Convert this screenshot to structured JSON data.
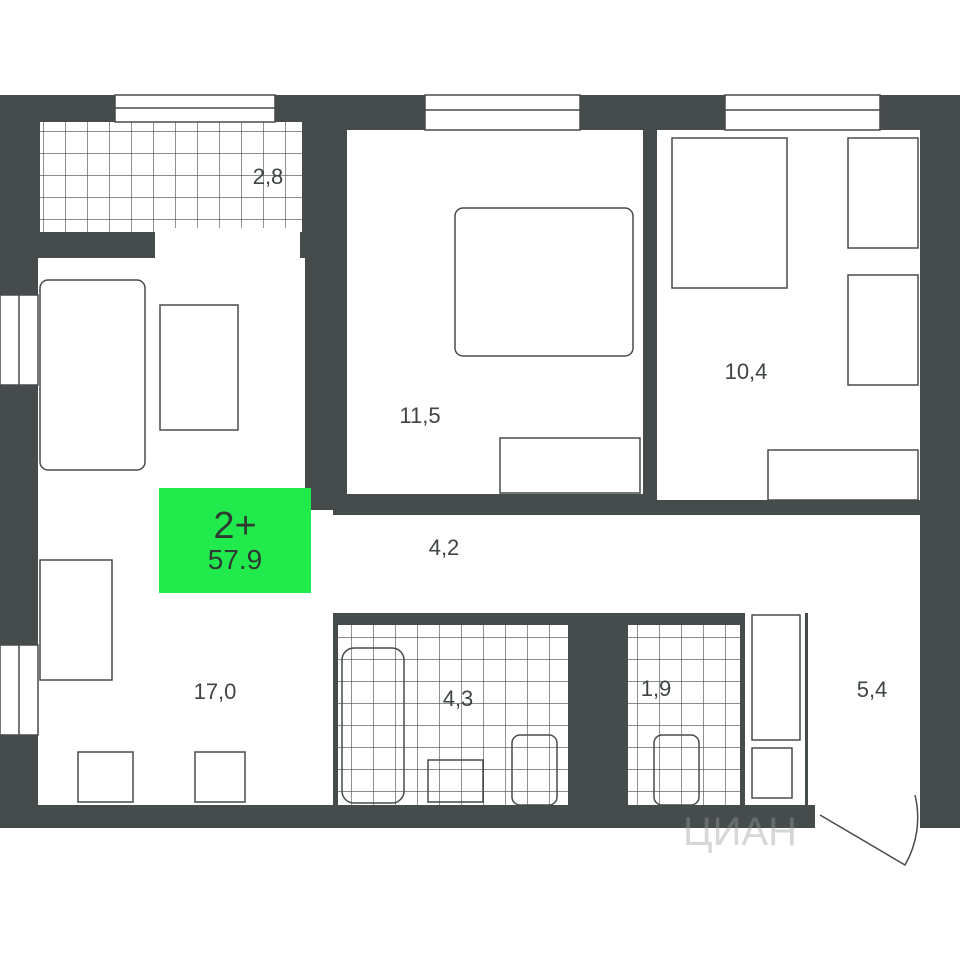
{
  "plan": {
    "rooms_label": "2+",
    "total_area": "57.9",
    "accent_color": "#21ea4c",
    "wall_color": "#464b4c",
    "watermark": "ЦИАН",
    "room_areas": {
      "balcony": "2,8",
      "bedroom": "11,5",
      "kids_room": "10,4",
      "living_kitchen": "17,0",
      "hallway": "4,2",
      "bathroom": "4,3",
      "toilet": "1,9",
      "entrance": "5,4"
    }
  }
}
